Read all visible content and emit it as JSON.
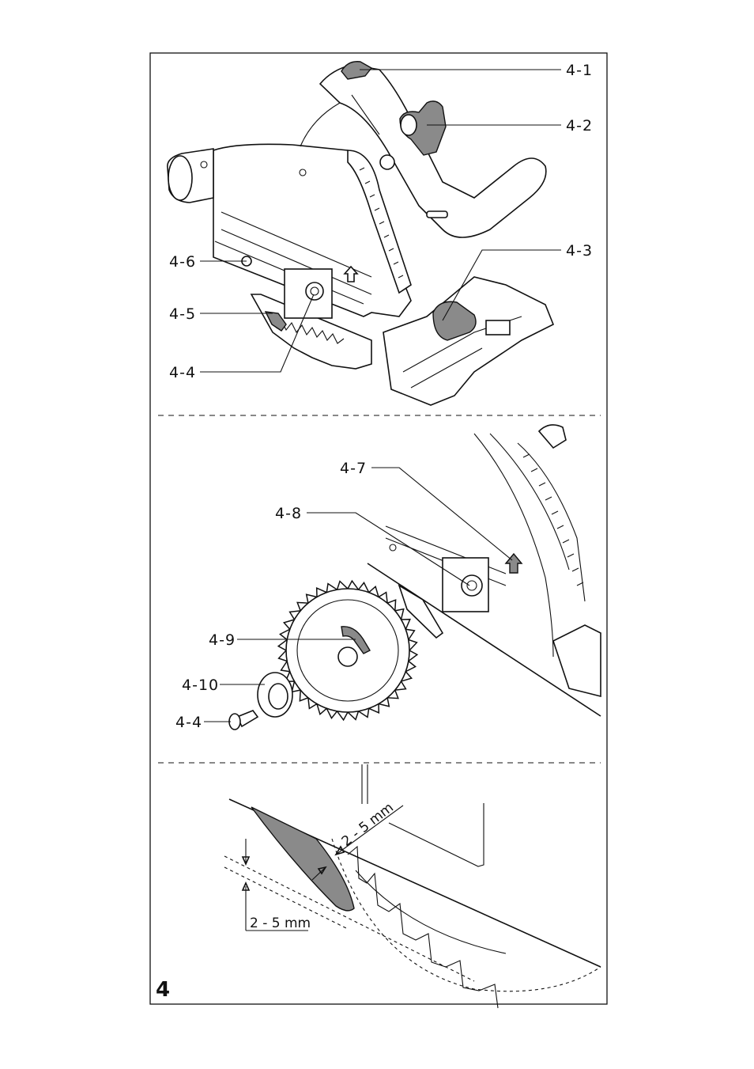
{
  "figure_number": "4",
  "callouts": {
    "c4_1": "4-1",
    "c4_2": "4-2",
    "c4_3": "4-3",
    "c4_4": "4-4",
    "c4_5": "4-5",
    "c4_6": "4-6",
    "c4_7": "4-7",
    "c4_8": "4-8",
    "c4_9": "4-9",
    "c4_10": "4-10",
    "c4_4b": "4-4"
  },
  "dimensions": {
    "gap_top": "2 - 5 mm",
    "gap_side": "2 - 5 mm"
  },
  "colors": {
    "line": "#111111",
    "highlight": "#8a8a8a",
    "background": "#ffffff"
  }
}
